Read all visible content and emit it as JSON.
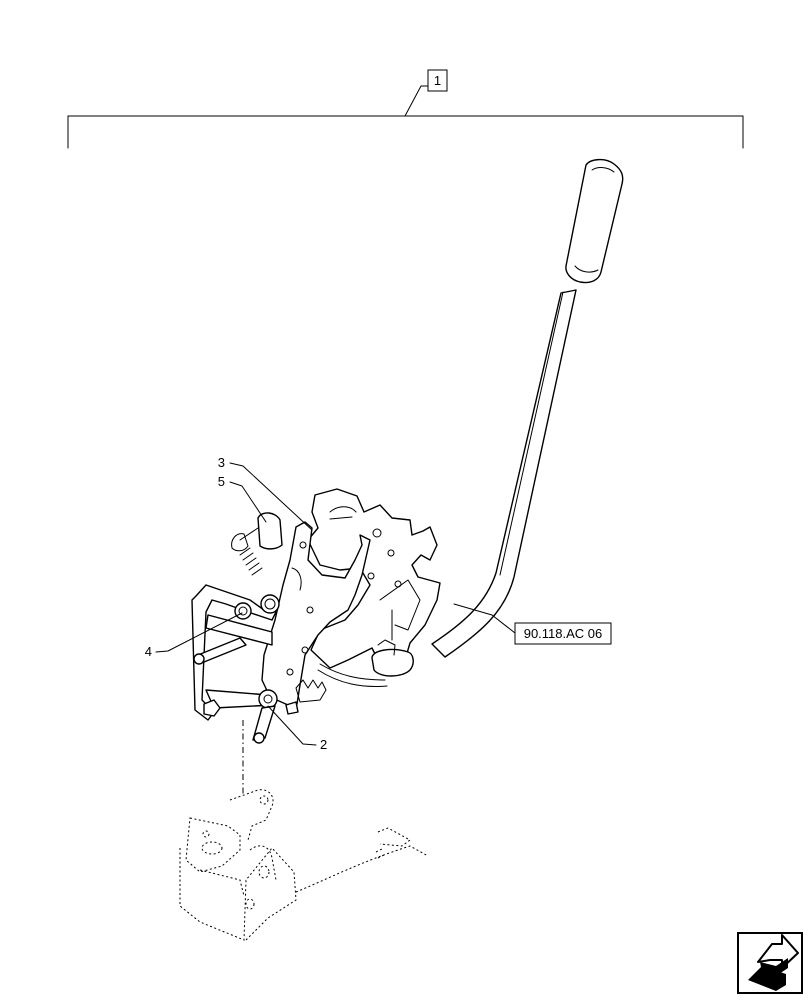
{
  "callouts": {
    "assembly": "1",
    "item_2": "2",
    "item_3": "3",
    "item_4": "4",
    "item_5": "5"
  },
  "reference": {
    "label": "90.118.AC 06"
  },
  "icons": {
    "next_page": "next-page-arrow-icon"
  }
}
